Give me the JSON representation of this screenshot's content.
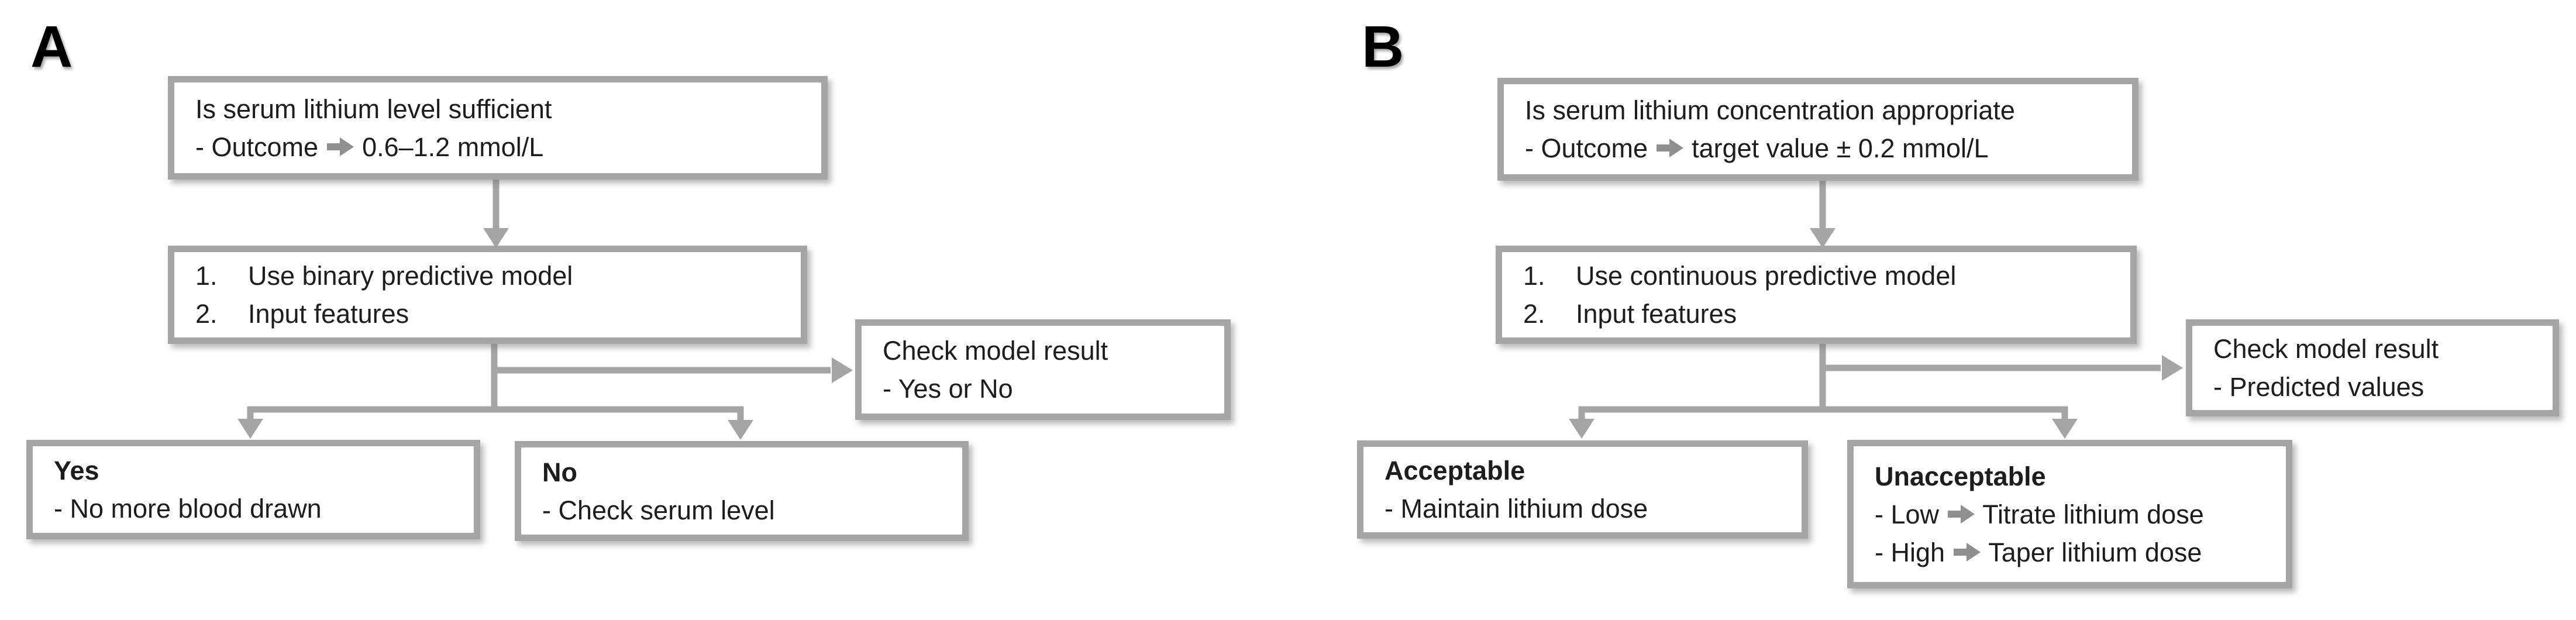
{
  "figure": {
    "background_color": "#ffffff",
    "box_border_color": "#a5a5a5",
    "connector_color": "#a5a5a5",
    "inline_arrow_color": "#8f8f8f",
    "text_color": "#1d1d1d",
    "inline_arrow_icon": "arrow-right-icon"
  },
  "panelA": {
    "label": "A",
    "boxes": {
      "question": {
        "lines": [
          [
            {
              "t": "Is serum lithium level sufficient"
            }
          ],
          [
            {
              "t": "- Outcome "
            },
            {
              "icon": "arrow-right"
            },
            {
              "t": " 0.6–1.2 mmol/L"
            }
          ]
        ]
      },
      "model": {
        "lines": [
          [
            {
              "t": "1.",
              "s": "num"
            },
            {
              "t": "Use binary predictive model"
            }
          ],
          [
            {
              "t": "2.",
              "s": "num"
            },
            {
              "t": "Input features"
            }
          ]
        ]
      },
      "check": {
        "lines": [
          [
            {
              "t": "Check model result"
            }
          ],
          [
            {
              "t": "- Yes or No"
            }
          ]
        ]
      },
      "yes": {
        "lines": [
          [
            {
              "t": "Yes",
              "s": "bold"
            }
          ],
          [
            {
              "t": "- No more blood drawn"
            }
          ]
        ]
      },
      "no": {
        "lines": [
          [
            {
              "t": "No",
              "s": "bold"
            }
          ],
          [
            {
              "t": "- Check serum level"
            }
          ]
        ]
      }
    }
  },
  "panelB": {
    "label": "B",
    "boxes": {
      "question": {
        "lines": [
          [
            {
              "t": "Is serum lithium concentration appropriate"
            }
          ],
          [
            {
              "t": "- Outcome "
            },
            {
              "icon": "arrow-right"
            },
            {
              "t": " target value ± 0.2 mmol/L"
            }
          ]
        ]
      },
      "model": {
        "lines": [
          [
            {
              "t": "1.",
              "s": "num"
            },
            {
              "t": "Use continuous predictive model"
            }
          ],
          [
            {
              "t": "2.",
              "s": "num"
            },
            {
              "t": "Input features"
            }
          ]
        ]
      },
      "check": {
        "lines": [
          [
            {
              "t": "Check model result"
            }
          ],
          [
            {
              "t": "- Predicted values"
            }
          ]
        ]
      },
      "acceptable": {
        "lines": [
          [
            {
              "t": "Acceptable",
              "s": "bold"
            }
          ],
          [
            {
              "t": "- Maintain lithium dose"
            }
          ]
        ]
      },
      "unacceptable": {
        "lines": [
          [
            {
              "t": "Unacceptable",
              "s": "bold"
            }
          ],
          [
            {
              "t": "- Low "
            },
            {
              "icon": "arrow-right"
            },
            {
              "t": " Titrate lithium dose"
            }
          ],
          [
            {
              "t": "- High "
            },
            {
              "icon": "arrow-right"
            },
            {
              "t": " Taper lithium dose"
            }
          ]
        ]
      }
    }
  }
}
